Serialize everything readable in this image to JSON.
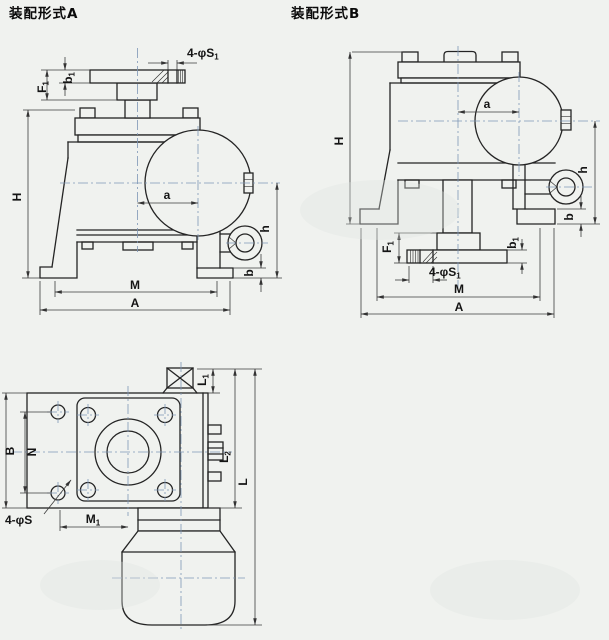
{
  "palette": {
    "background": "#f0f2ef",
    "ink": "#242424",
    "centerline_blue": "#7e96b6",
    "dimension_ink": "#3c3c3c"
  },
  "views": {
    "assembly_a": {
      "title": "装配形式A",
      "dims": {
        "holes": {
          "t": "4-φS",
          "s": "1"
        },
        "F1": {
          "t": "F",
          "s": "1"
        },
        "b1": {
          "t": "b",
          "s": "1"
        },
        "H": {
          "t": "H",
          "s": ""
        },
        "a": {
          "t": "a",
          "s": ""
        },
        "h": {
          "t": "h",
          "s": ""
        },
        "b": {
          "t": "b",
          "s": ""
        },
        "M": {
          "t": "M",
          "s": ""
        },
        "A": {
          "t": "A",
          "s": ""
        }
      }
    },
    "assembly_b": {
      "title": "装配形式B",
      "dims": {
        "holes": {
          "t": "4-φS",
          "s": "1"
        },
        "F1": {
          "t": "F",
          "s": "1"
        },
        "b1": {
          "t": "b",
          "s": "1"
        },
        "H": {
          "t": "H",
          "s": ""
        },
        "a": {
          "t": "a",
          "s": ""
        },
        "h": {
          "t": "h",
          "s": ""
        },
        "b": {
          "t": "b",
          "s": ""
        },
        "M": {
          "t": "M",
          "s": ""
        },
        "A": {
          "t": "A",
          "s": ""
        }
      }
    },
    "plan": {
      "dims": {
        "L1": {
          "t": "L",
          "s": "1"
        },
        "L2": {
          "t": "L",
          "s": "2"
        },
        "L": {
          "t": "L",
          "s": ""
        },
        "B": {
          "t": "B",
          "s": ""
        },
        "N": {
          "t": "N",
          "s": ""
        },
        "M1": {
          "t": "M",
          "s": "1"
        },
        "holes": {
          "t": "4-φS",
          "s": ""
        }
      }
    }
  }
}
